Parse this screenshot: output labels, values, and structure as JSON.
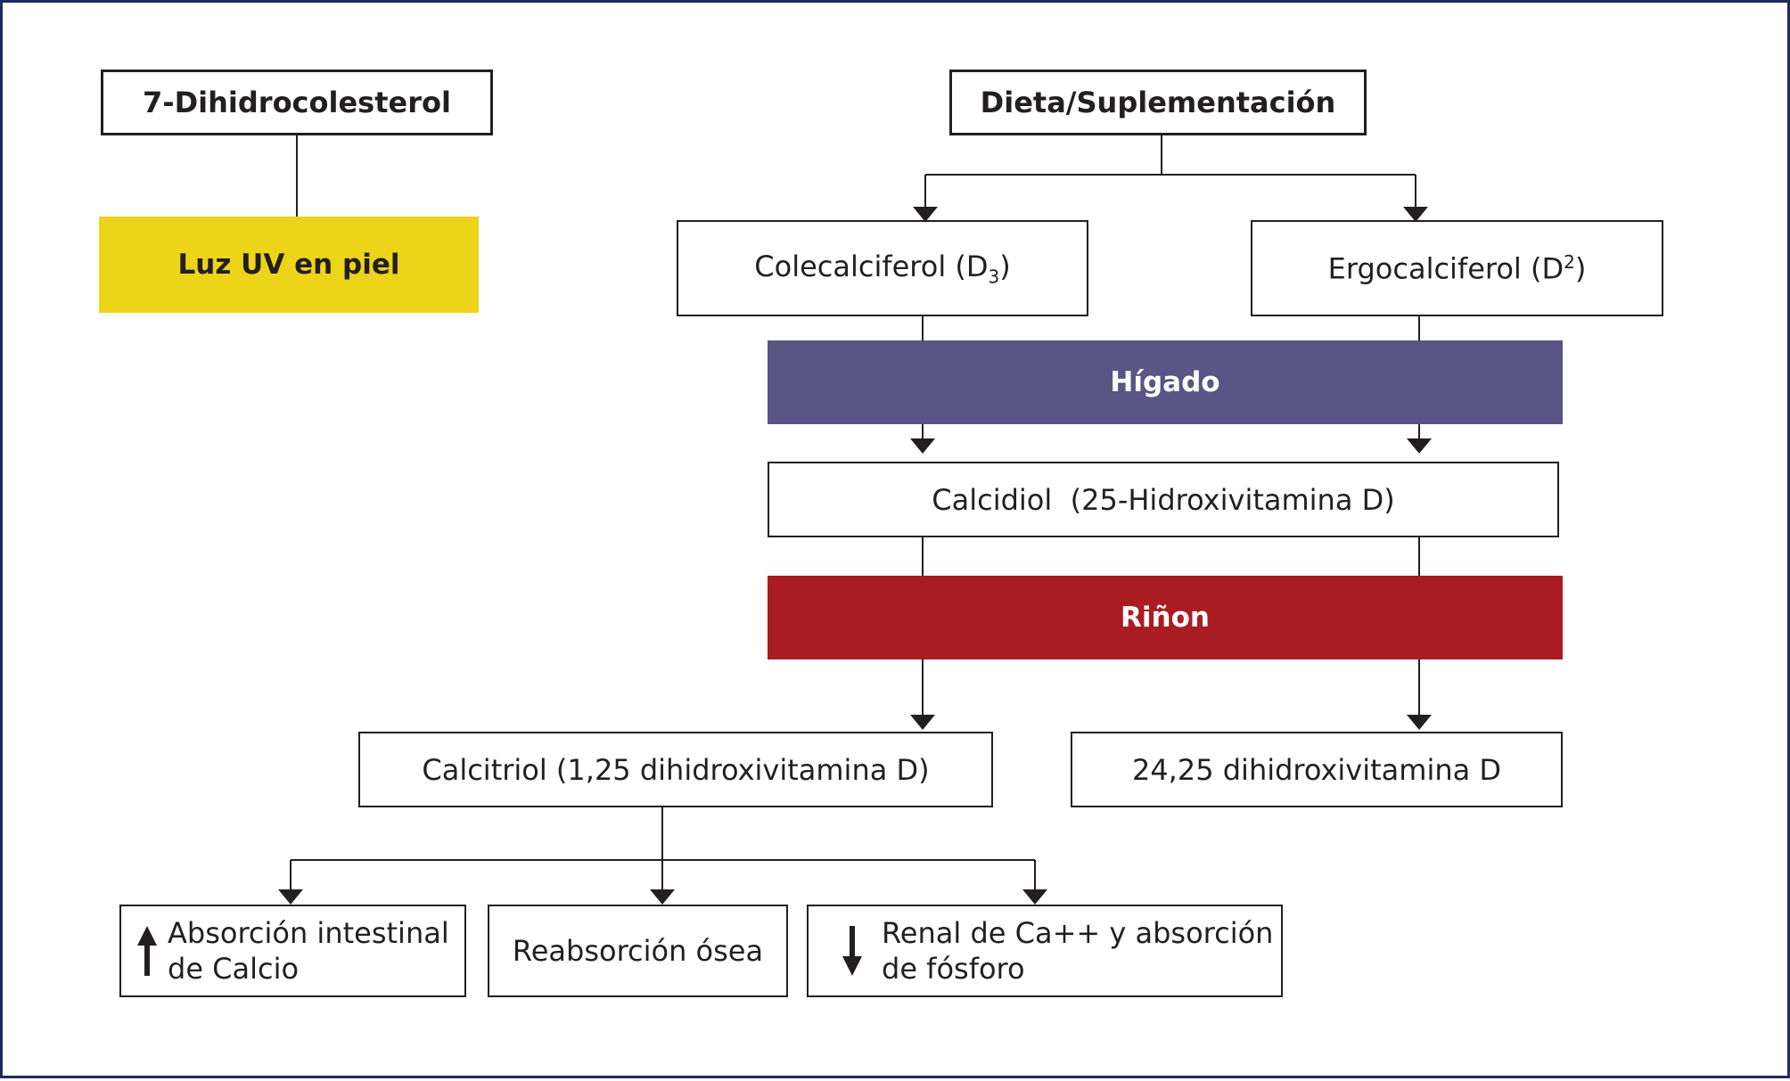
{
  "colors": {
    "frame": "#1f2a5a",
    "uv_band": "#ecd419",
    "liver_band": "#5a5585",
    "kidney_band": "#a91d22",
    "line": "#231f20"
  },
  "nodes": {
    "dihidrocolesterol": "7-Dihidrocolesterol",
    "dieta": "Dieta/Suplementación",
    "luz_uv": "Luz UV en piel",
    "colecalciferol": {
      "text": "Colecalciferol (D",
      "sub": "3",
      "close": ")"
    },
    "ergocalciferol": {
      "text": "Ergocalciferol (D",
      "sup": "2",
      "close": ")"
    },
    "higado": "Hígado",
    "calcidiol": "Calcidiol  (25-Hidroxivitamina D)",
    "rinon": "Riñon",
    "calcitriol": "Calcitriol (1,25 dihidroxivitamina D)",
    "dihidroxi_24_25": "24,25 dihidroxivitamina D"
  },
  "effects": {
    "absorcion": {
      "line1": "Absorción intestinal",
      "line2": "de Calcio",
      "icon": "arrow-up-icon"
    },
    "reabsorcion": "Reabsorción ósea",
    "renal": {
      "line1": "Renal de Ca++ y absorción",
      "line2": "de fósforo",
      "icon": "arrow-down-icon"
    }
  }
}
